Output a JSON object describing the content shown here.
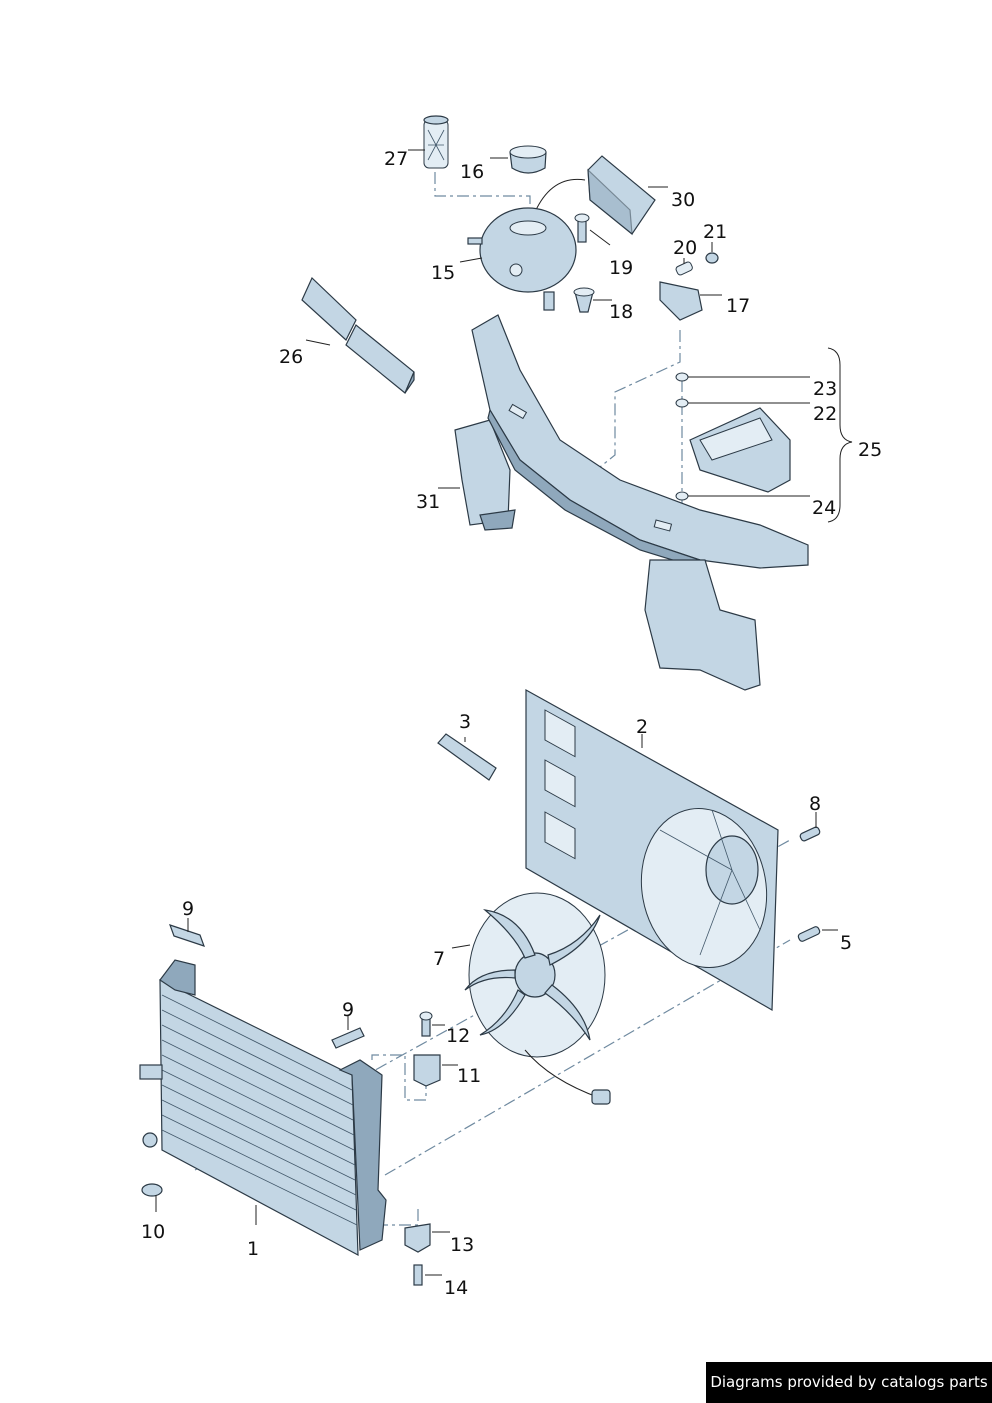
{
  "callouts": {
    "c1": "1",
    "c2": "2",
    "c3": "3",
    "c5": "5",
    "c7": "7",
    "c8": "8",
    "c9a": "9",
    "c9b": "9",
    "c10": "10",
    "c11": "11",
    "c12": "12",
    "c13": "13",
    "c14": "14",
    "c15": "15",
    "c16": "16",
    "c17": "17",
    "c18": "18",
    "c19": "19",
    "c20": "20",
    "c21": "21",
    "c22": "22",
    "c23": "23",
    "c24": "24",
    "c25": "25",
    "c26": "26",
    "c27": "27",
    "c30": "30",
    "c31": "31"
  },
  "footer": {
    "text": "Diagrams provided by catalogs parts"
  }
}
